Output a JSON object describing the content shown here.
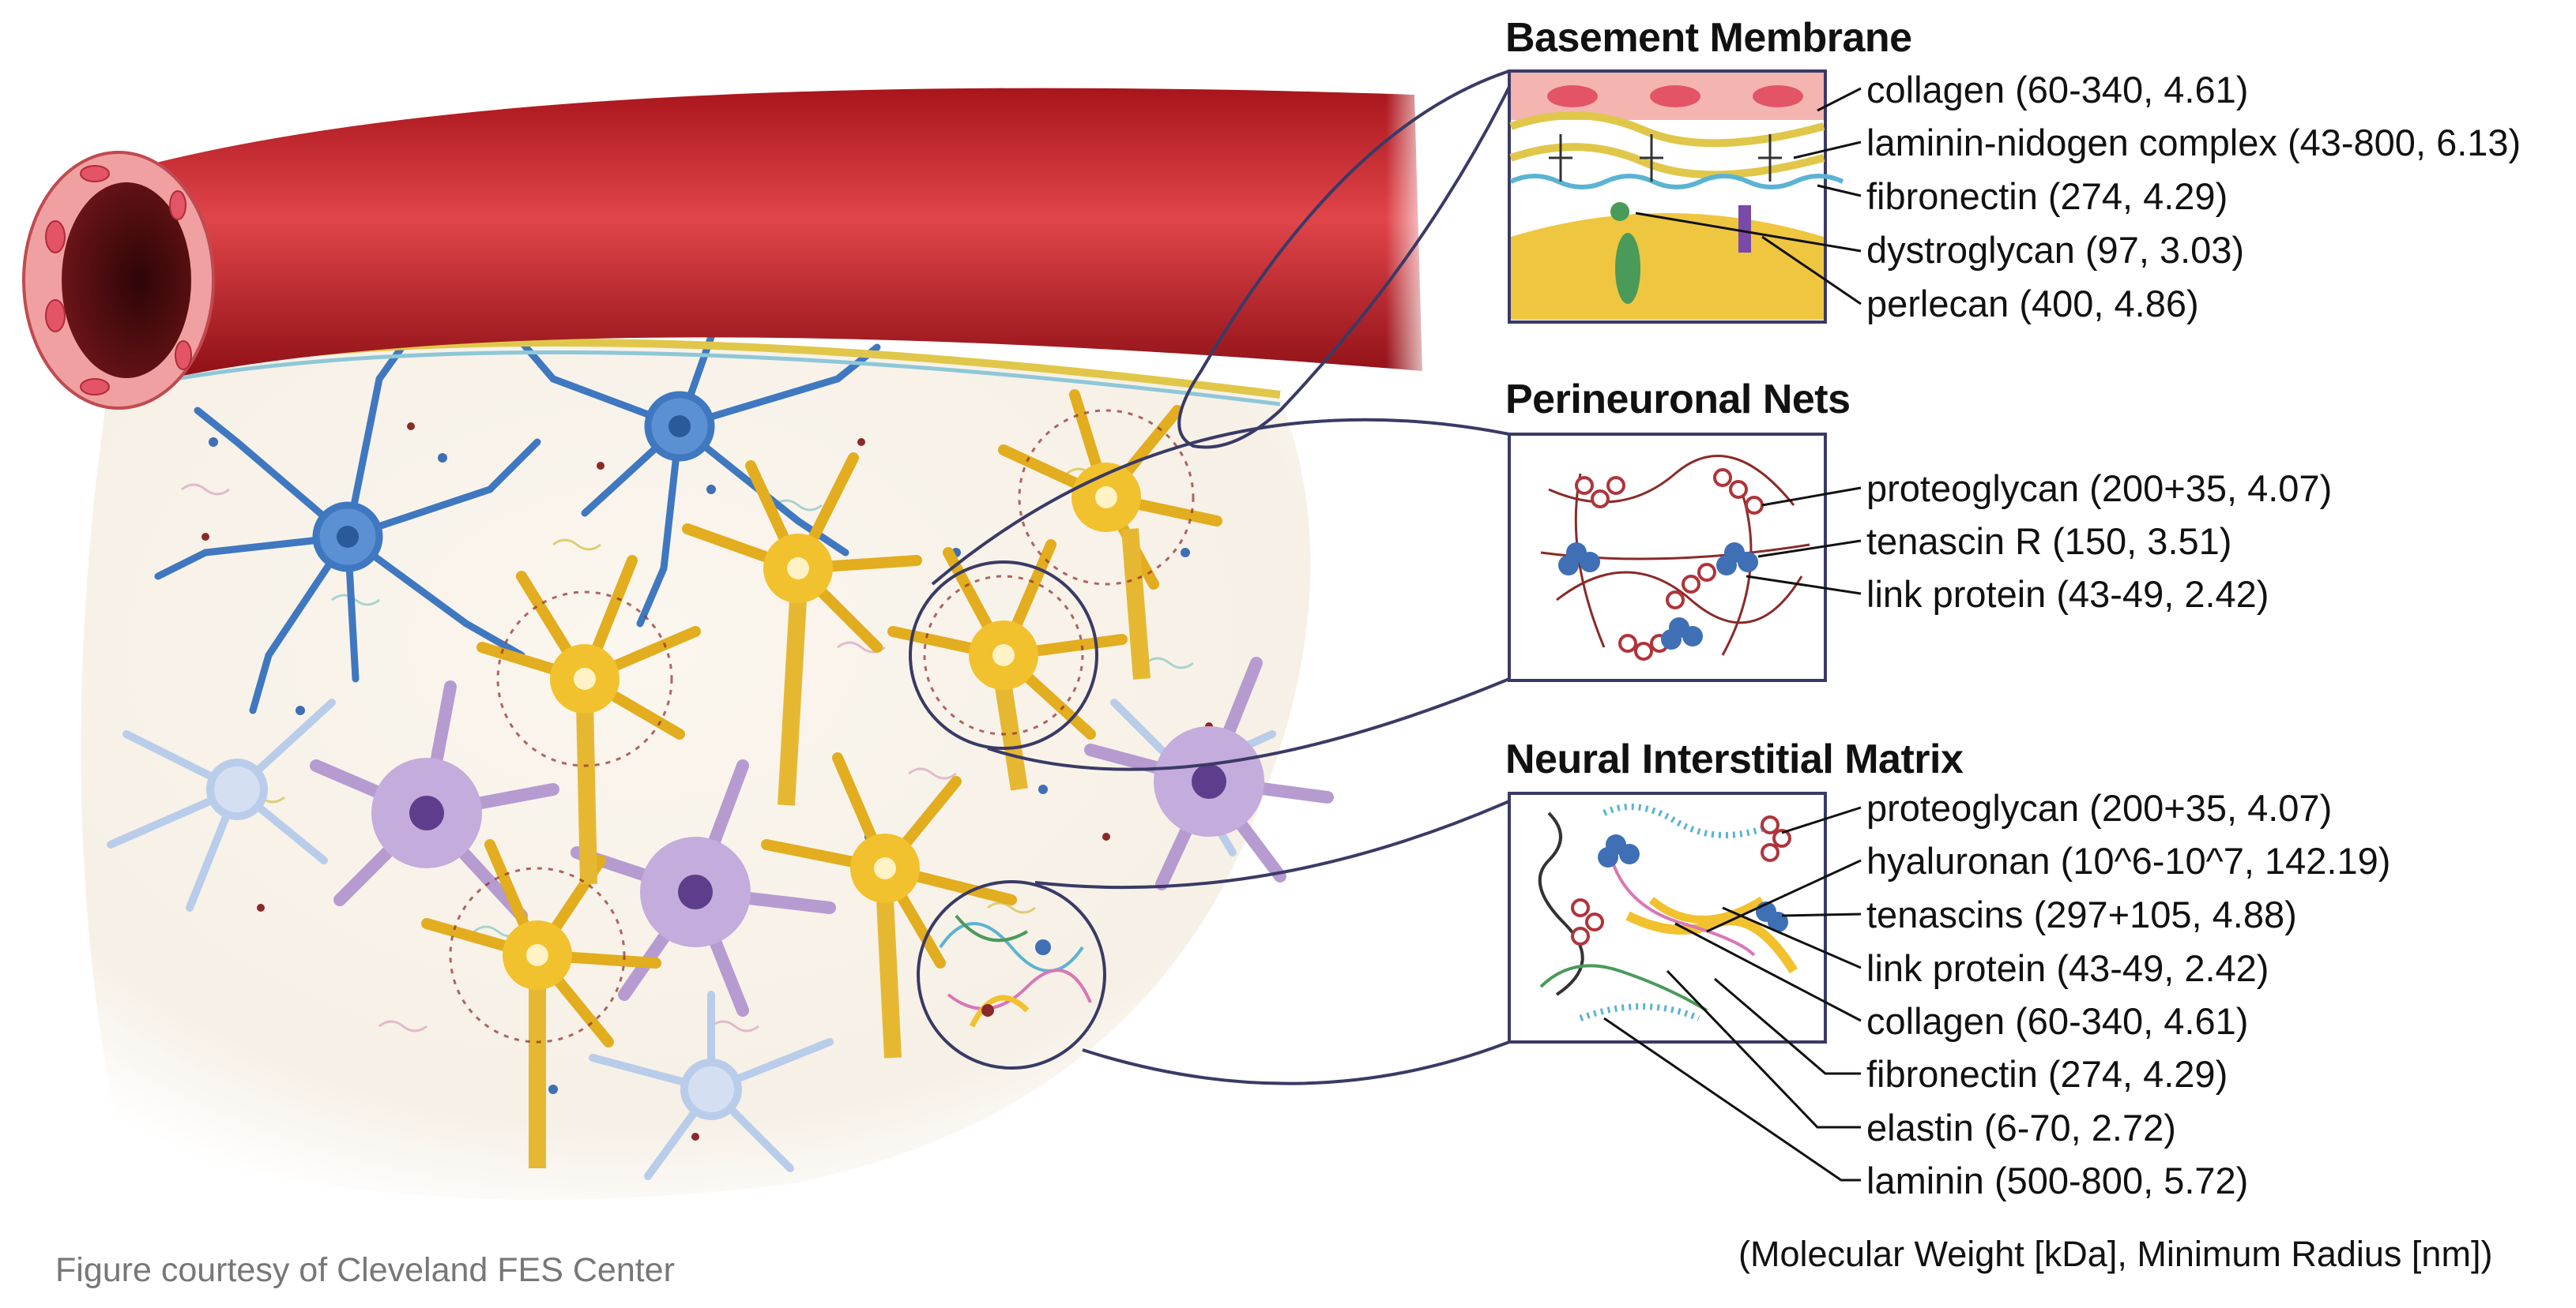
{
  "basement_membrane": {
    "title": "Basement Membrane",
    "labels": [
      "collagen (60-340, 4.61)",
      "laminin-nidogen complex (43-800, 6.13)",
      "fibronectin (274, 4.29)",
      "dystroglycan (97, 3.03)",
      "perlecan (400, 4.86)"
    ]
  },
  "perineuronal_nets": {
    "title": "Perineuronal Nets",
    "labels": [
      "proteoglycan (200+35, 4.07)",
      "tenascin R (150, 3.51)",
      "link protein (43-49, 2.42)"
    ]
  },
  "neural_interstitial_matrix": {
    "title": "Neural Interstitial Matrix",
    "labels": [
      "proteoglycan (200+35, 4.07)",
      "hyaluronan (10^6-10^7, 142.19)",
      "tenascins (297+105, 4.88)",
      "link protein (43-49, 2.42)",
      "collagen (60-340, 4.61)",
      "fibronectin (274, 4.29)",
      "elastin (6-70, 2.72)",
      "laminin (500-800, 5.72)"
    ]
  },
  "units_note": "(Molecular Weight [kDa], Minimum Radius [nm])",
  "credit": "Figure courtesy of Cleveland FES Center",
  "colors": {
    "vessel": "#c8282e",
    "vessel_lumen": "#5a0f12",
    "endothelium": "#f0a0a0",
    "astrocyte_blue": "#3f78c0",
    "microglia_light_blue": "#b9cdea",
    "oligodendrocyte_purple": "#b69bd0",
    "neuron_gold": "#f2c12e",
    "pnn_brown": "#8a2a28",
    "box_border": "#3a3a66"
  }
}
